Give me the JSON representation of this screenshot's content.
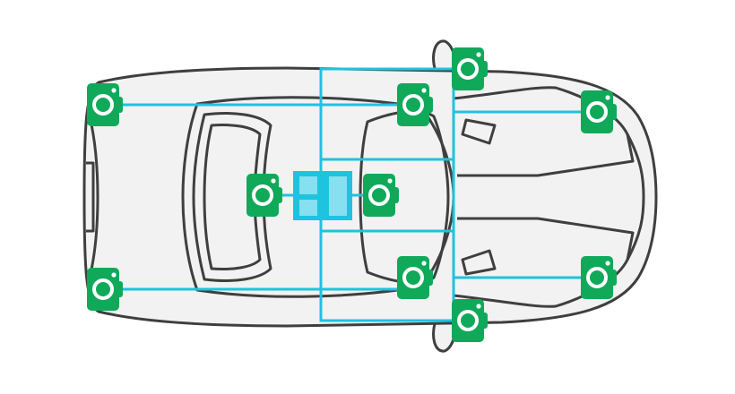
{
  "colors": {
    "background": "#ffffff",
    "car_fill": "#f2f2f2",
    "car_outline": "#3f3f3f",
    "wiring": "#1ec3df",
    "camera": "#10a95a",
    "camera_lens": "#ffffff",
    "control_unit": "#1ec3df",
    "control_unit_panel": "#86e0f0"
  },
  "cameras": [
    {
      "id": "rear-left",
      "icon": "camera-icon"
    },
    {
      "id": "rear-right",
      "icon": "camera-icon"
    },
    {
      "id": "cabin-rear",
      "icon": "camera-icon"
    },
    {
      "id": "cabin-front",
      "icon": "camera-icon"
    },
    {
      "id": "windshield-left",
      "icon": "camera-icon"
    },
    {
      "id": "windshield-right",
      "icon": "camera-icon"
    },
    {
      "id": "mirror-left",
      "icon": "camera-icon"
    },
    {
      "id": "mirror-right",
      "icon": "camera-icon"
    },
    {
      "id": "front-left",
      "icon": "camera-icon"
    },
    {
      "id": "front-right",
      "icon": "camera-icon"
    }
  ],
  "control_unit": {
    "icon": "control-unit-icon"
  }
}
